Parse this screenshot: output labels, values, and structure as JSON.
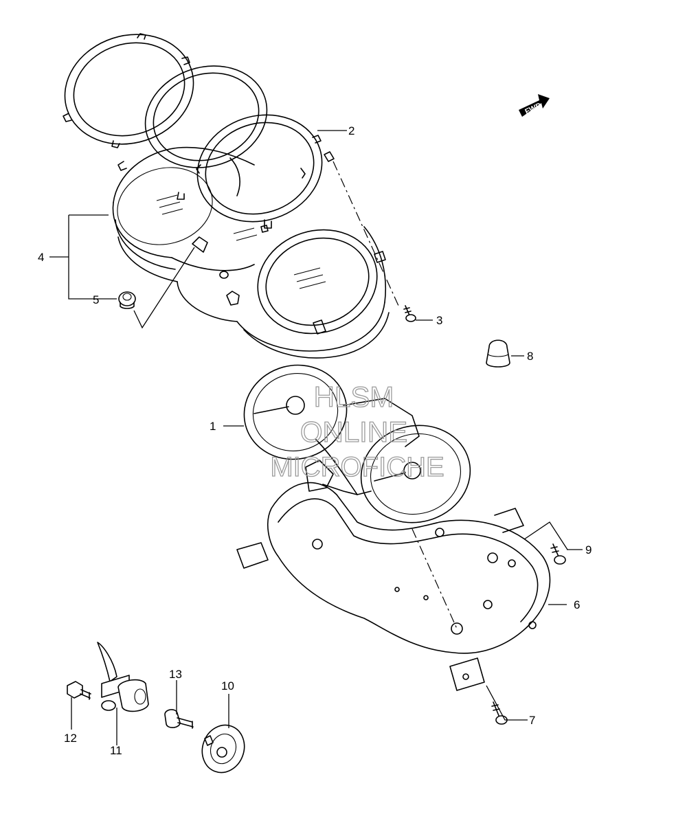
{
  "badge": {
    "fwd": "FWD"
  },
  "watermark": {
    "line1": "HLSM",
    "line2": "ONLINE",
    "line3": "MICROFICHE"
  },
  "callouts": [
    {
      "id": "1",
      "label": "1"
    },
    {
      "id": "2",
      "label": "2"
    },
    {
      "id": "3",
      "label": "3"
    },
    {
      "id": "4",
      "label": "4"
    },
    {
      "id": "5",
      "label": "5"
    },
    {
      "id": "6",
      "label": "6"
    },
    {
      "id": "7",
      "label": "7"
    },
    {
      "id": "8",
      "label": "8"
    },
    {
      "id": "9",
      "label": "9"
    },
    {
      "id": "10",
      "label": "10"
    },
    {
      "id": "11",
      "label": "11"
    },
    {
      "id": "12",
      "label": "12"
    },
    {
      "id": "13",
      "label": "13"
    }
  ]
}
